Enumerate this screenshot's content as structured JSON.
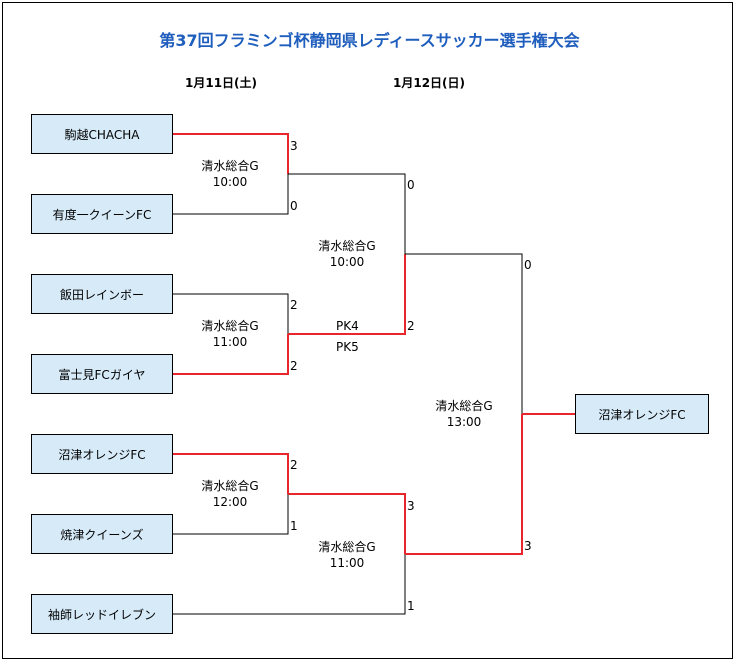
{
  "title": "第37回フラミンゴ杯静岡県レディースサッカー選手権大会",
  "dates": {
    "day1": "1月11日(土)",
    "day2": "1月12日(日)"
  },
  "teams": {
    "komagoe": "駒越CHACHA",
    "udo": "有度一クイーンFC",
    "iida": "飯田レインボー",
    "fujimi": "富士見FCガイヤ",
    "numazu": "沼津オレンジFC",
    "yaizu": "焼津クイーンズ",
    "sodeshi": "袖師レッドイレブン",
    "winner": "沼津オレンジFC"
  },
  "matches": {
    "m1": {
      "venue": "清水総合G",
      "time": "10:00",
      "score_top": "3",
      "score_bottom": "0"
    },
    "m2": {
      "venue": "清水総合G",
      "time": "11:00",
      "score_top": "2",
      "score_bottom": "2"
    },
    "m3": {
      "venue": "清水総合G",
      "time": "12:00",
      "score_top": "2",
      "score_bottom": "1"
    },
    "sf1": {
      "venue": "清水総合G",
      "time": "10:00",
      "score_top": "0",
      "score_bottom": "2",
      "pk_top": "PK4",
      "pk_bottom": "PK5"
    },
    "sf2": {
      "venue": "清水総合G",
      "time": "11:00",
      "score_top": "3",
      "score_bottom": "1"
    },
    "final": {
      "venue": "清水総合G",
      "time": "13:00",
      "score_top": "0",
      "score_bottom": "3"
    }
  },
  "colors": {
    "title": "#1f5ebd",
    "team_box": "#d6eaf8",
    "winner_line": "#e8262b",
    "line": "#000000"
  }
}
